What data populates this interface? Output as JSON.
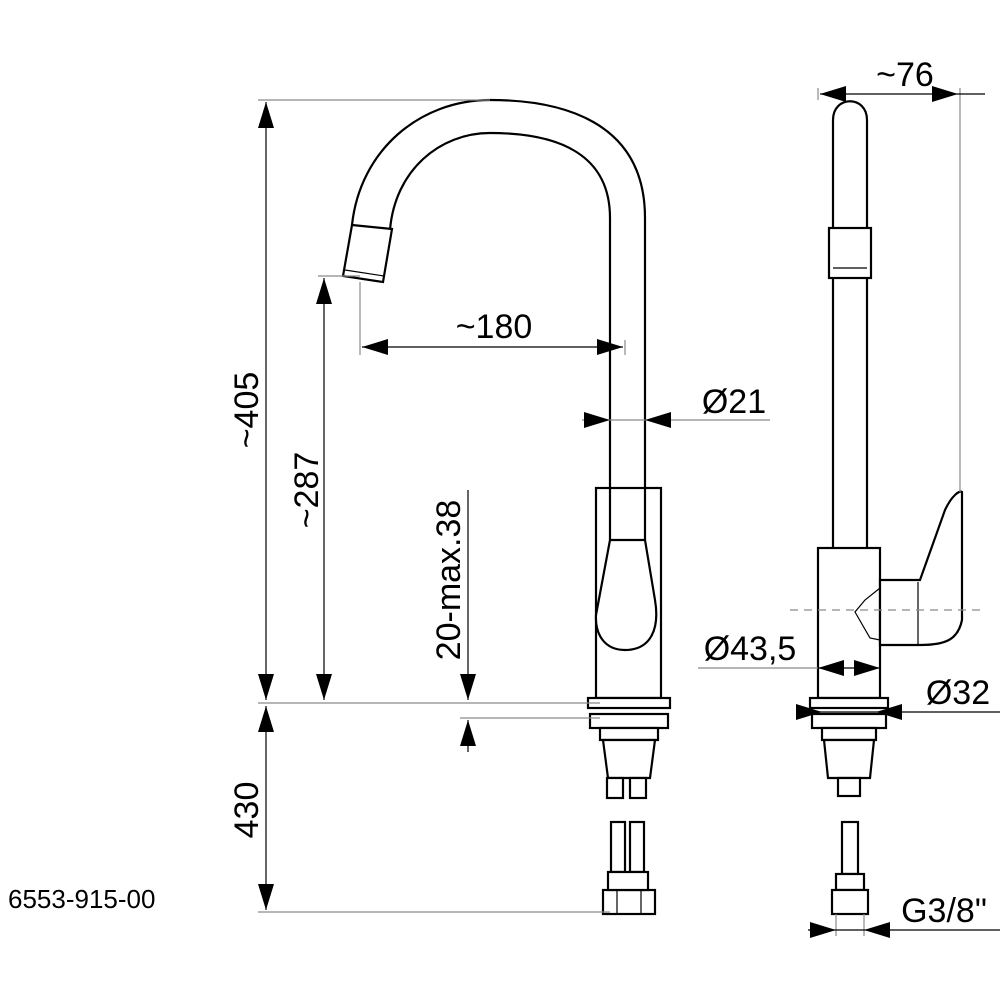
{
  "drawing": {
    "product_code": "6553-915-00",
    "dimensions": {
      "total_height": "~405",
      "spout_height": "~287",
      "spout_reach": "~180",
      "spout_diameter": "Ø21",
      "countertop_thickness": "20-max.38",
      "hose_length": "430",
      "side_width": "~76",
      "body_diameter": "Ø43,5",
      "mount_diameter": "Ø32",
      "thread": "G3/8\""
    }
  }
}
